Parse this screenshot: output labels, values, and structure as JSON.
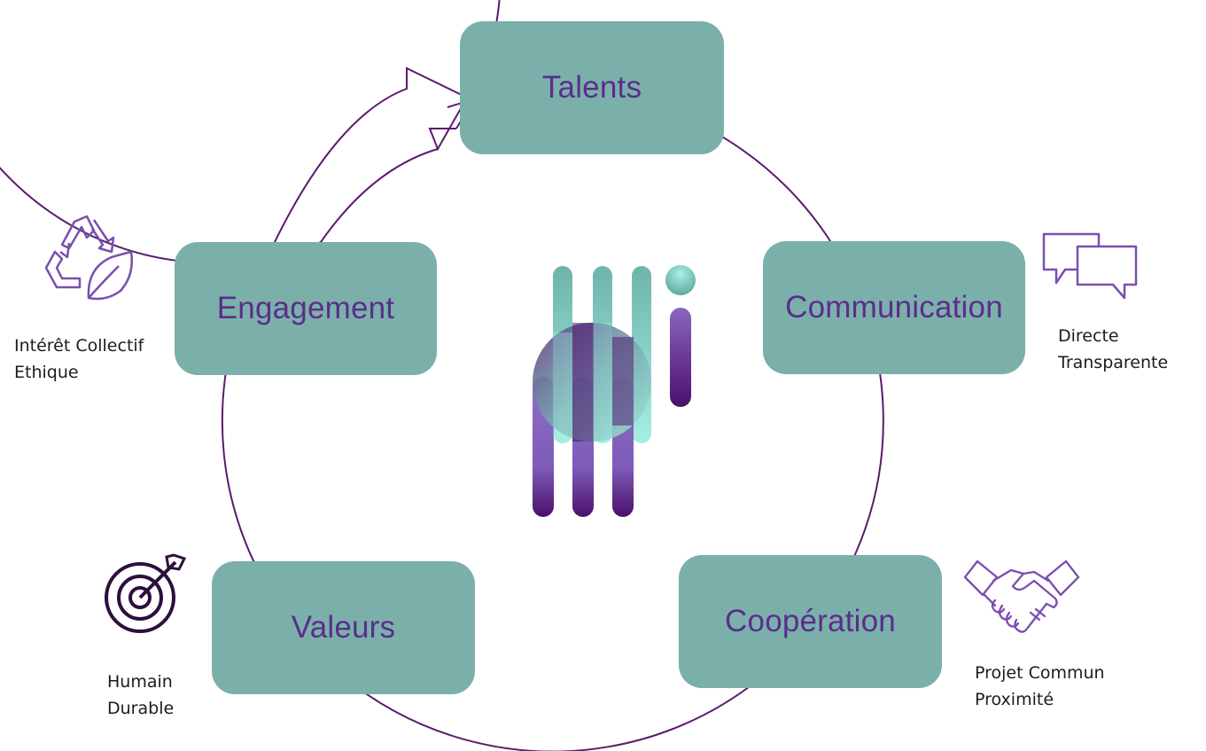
{
  "colors": {
    "node_fill": "#7bb0aa",
    "node_text": "#5b2d8c",
    "ring_stroke": "#5c1a6e",
    "icon_stroke": "#7a4fb0",
    "logo_purple": "#4b0f6b",
    "logo_mint": "#94e2d6"
  },
  "nodes": {
    "talents": "Talents",
    "communication": "Communication",
    "cooperation": "Coopération",
    "valeurs": "Valeurs",
    "engagement": "Engagement"
  },
  "captions": {
    "communication": [
      "Directe",
      "Transparente"
    ],
    "cooperation": [
      "Projet Commun",
      "Proximité"
    ],
    "valeurs": [
      "Humain",
      "Durable"
    ],
    "engagement": [
      "Intérêt Collectif",
      "Ethique"
    ]
  },
  "icons": {
    "communication": "speech-bubbles-icon",
    "cooperation": "handshake-icon",
    "valeurs": "target-arrow-icon",
    "engagement": "recycle-leaf-icon"
  }
}
